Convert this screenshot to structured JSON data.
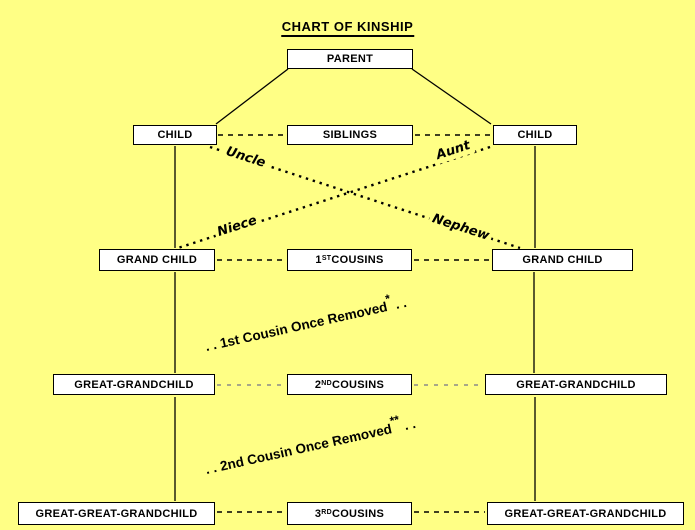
{
  "title": "CHART OF KINSHIP",
  "colors": {
    "background": "#FFFF85",
    "box_background": "#FFFFFF",
    "line": "#000000",
    "gray_dash": "#8A8A8A"
  },
  "boxes": {
    "parent": "PARENT",
    "child_left": "CHILD",
    "siblings": "SIBLINGS",
    "child_right": "CHILD",
    "grandchild_left": "GRAND CHILD",
    "first_cousins": {
      "num": "1",
      "sup": "ST",
      "rest": " COUSINS"
    },
    "grandchild_right": "GRAND CHILD",
    "great_grandchild_left": "GREAT-GRANDCHILD",
    "second_cousins": {
      "num": "2",
      "sup": "ND",
      "rest": " COUSINS"
    },
    "great_grandchild_right": "GREAT-GRANDCHILD",
    "great_great_grandchild_left": "GREAT-GREAT-GRANDCHILD",
    "third_cousins": {
      "num": "3",
      "sup": "RD",
      "rest": " COUSINS"
    },
    "great_great_grandchild_right": "GREAT-GREAT-GRANDCHILD"
  },
  "relation_labels": {
    "uncle": "Uncle",
    "aunt": "Aunt",
    "niece": "Niece",
    "nephew": "Nephew",
    "first_removed": {
      "lead": ". .",
      "text": "1st Cousin Once Removed",
      "sup": "*",
      "trail": ". ."
    },
    "second_removed": {
      "lead": ". .",
      "text": "2nd Cousin Once Removed",
      "sup": "**",
      "trail": ". ."
    }
  }
}
